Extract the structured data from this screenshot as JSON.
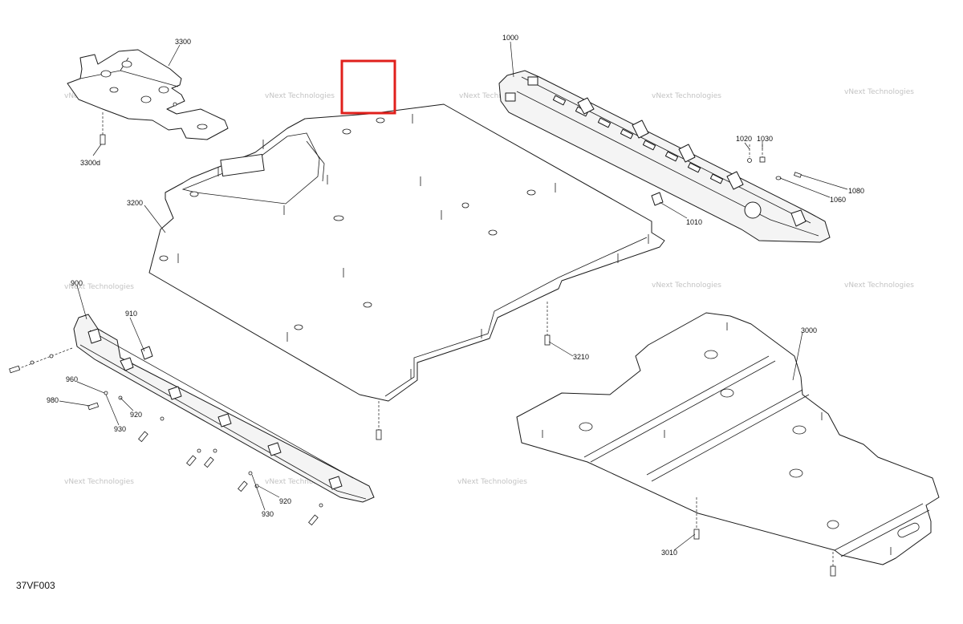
{
  "figure_code": "37VF003",
  "watermark_text": "vNext Technologies",
  "highlight_color": "#e0201c",
  "callouts": {
    "c3300": "3300",
    "c3300d": "3300d",
    "c1000": "1000",
    "c1020": "1020",
    "c1030": "1030",
    "c1080": "1080",
    "c1060": "1060",
    "c1010": "1010",
    "c3200": "3200",
    "c3210": "3210",
    "c3000": "3000",
    "c3010": "3010",
    "c900": "900",
    "c910": "910",
    "c960": "960",
    "c980": "980",
    "c920a": "920",
    "c930a": "930",
    "c920b": "920",
    "c930b": "930"
  }
}
